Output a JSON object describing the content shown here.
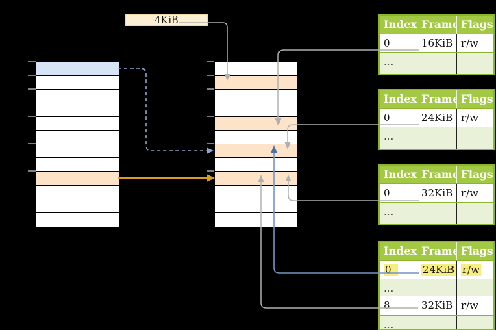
{
  "labels": {
    "page_size": "4KiB"
  },
  "colors": {
    "background": "#000000",
    "table_green_header": "#a3c844",
    "table_green_border": "#8cb42c",
    "table_green_light_row": "#eaf1d9",
    "highlight_yellow": "#f8ee7e",
    "row_blue": "#d7e4f5",
    "row_orange": "#fde4c9",
    "label_cream": "#fcefd3",
    "arrow_gray": "#b0b0b0",
    "arrow_orange": "#da9c20",
    "arrow_blue_line": "#7494c4",
    "arrow_blue_head": "#4d71a9",
    "arrow_blue_dashed": "#8aa5cf",
    "tick_gray": "#808080"
  },
  "virtual_memory": {
    "row_count": 12,
    "highlighted_blue_row_index": 0,
    "highlighted_orange_row_index": 8
  },
  "physical_memory": {
    "row_count": 12,
    "highlighted_orange_row_indexes": [
      1,
      4,
      6,
      8
    ]
  },
  "page_tables": [
    {
      "headers": [
        "Index",
        "Frame",
        "Flags"
      ],
      "rows": [
        {
          "cells": [
            "0",
            "16KiB",
            "r/w"
          ]
        },
        {
          "cells": [
            "...",
            "",
            ""
          ]
        }
      ]
    },
    {
      "headers": [
        "Index",
        "Frame",
        "Flags"
      ],
      "rows": [
        {
          "cells": [
            "0",
            "24KiB",
            "r/w"
          ]
        },
        {
          "cells": [
            "...",
            "",
            ""
          ]
        }
      ]
    },
    {
      "headers": [
        "Index",
        "Frame",
        "Flags"
      ],
      "rows": [
        {
          "cells": [
            "0",
            "32KiB",
            "r/w"
          ]
        },
        {
          "cells": [
            "...",
            "",
            ""
          ]
        }
      ]
    },
    {
      "headers": [
        "Index",
        "Frame",
        "Flags"
      ],
      "rows": [
        {
          "cells": [
            "0",
            "24KiB",
            "r/w"
          ],
          "highlighted": true
        },
        {
          "cells": [
            "...",
            "",
            ""
          ]
        },
        {
          "cells": [
            "8",
            "32KiB",
            "r/w"
          ]
        },
        {
          "cells": [
            "...",
            "",
            ""
          ]
        }
      ]
    }
  ]
}
